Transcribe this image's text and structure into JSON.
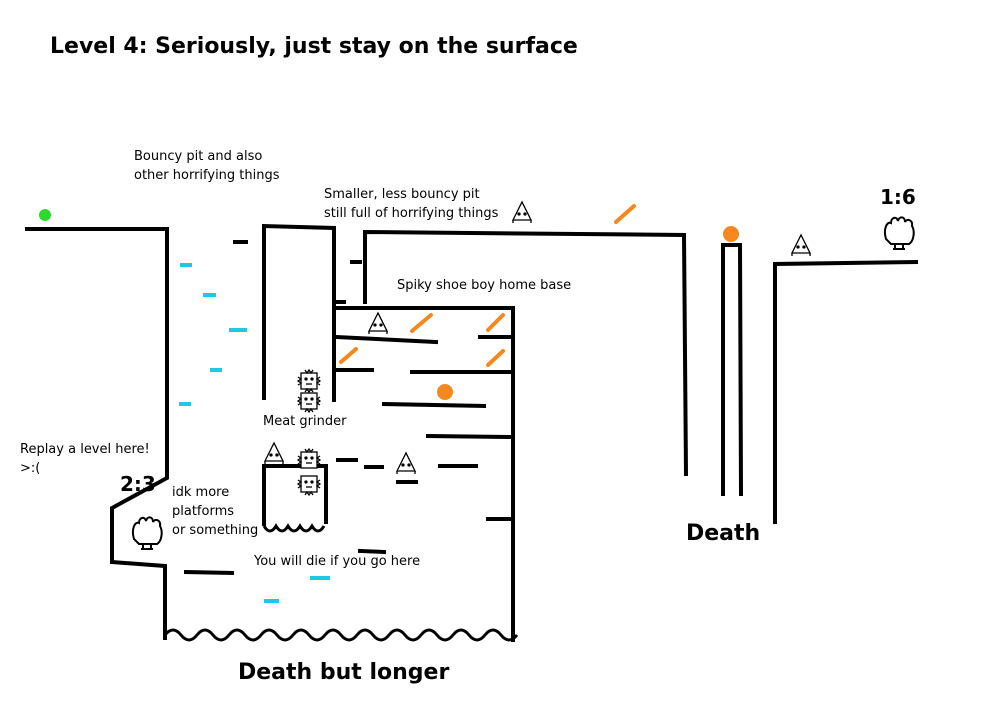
{
  "title": "Level 4: Seriously, just stay on the surface",
  "labels": {
    "bouncy_pit": [
      "Bouncy pit and also",
      "other horrifying things"
    ],
    "smaller_pit": [
      "Smaller, less bouncy pit",
      "still full of horrifying things"
    ],
    "spiky_home": "Spiky shoe boy home base",
    "meat_grinder": "Meat grinder",
    "replay": [
      "Replay a level here!",
      ">:("
    ],
    "platforms": [
      "idk more",
      "platforms",
      "or something"
    ],
    "die_here": "You will die if you go here",
    "death": "Death",
    "death_longer": "Death but longer"
  },
  "doors": {
    "left": "2:3",
    "right": "1:6"
  },
  "colors": {
    "walls": "#000000",
    "bouncy_platforms": "#1ec8e6",
    "spring_pads": "#f5881f",
    "orbs": "#f5881f",
    "start_point": "#2ed82e",
    "background": "#ffffff"
  },
  "icons": [
    "spiky-shoe-enemy-icon",
    "grinder-block-icon",
    "glove-door-icon"
  ]
}
